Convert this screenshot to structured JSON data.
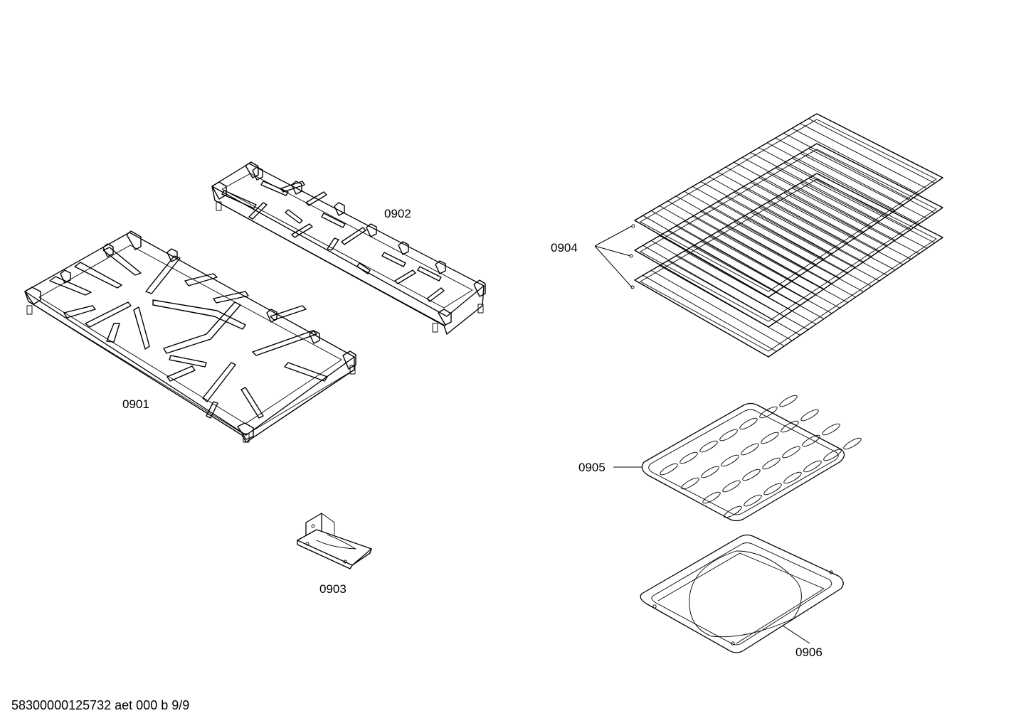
{
  "parts": {
    "p0901": {
      "label": "0901",
      "icon": "cooktop-grate-double-burner"
    },
    "p0902": {
      "label": "0902",
      "icon": "cooktop-grate-narrow"
    },
    "p0903": {
      "label": "0903",
      "icon": "grate-bracket"
    },
    "p0904": {
      "label": "0904",
      "icon": "oven-racks"
    },
    "p0905": {
      "label": "0905",
      "icon": "broiler-pan-insert"
    },
    "p0906": {
      "label": "0906",
      "icon": "broiler-pan"
    }
  },
  "footer": {
    "document_id": "58300000125732 aet 000 b 9/9"
  }
}
